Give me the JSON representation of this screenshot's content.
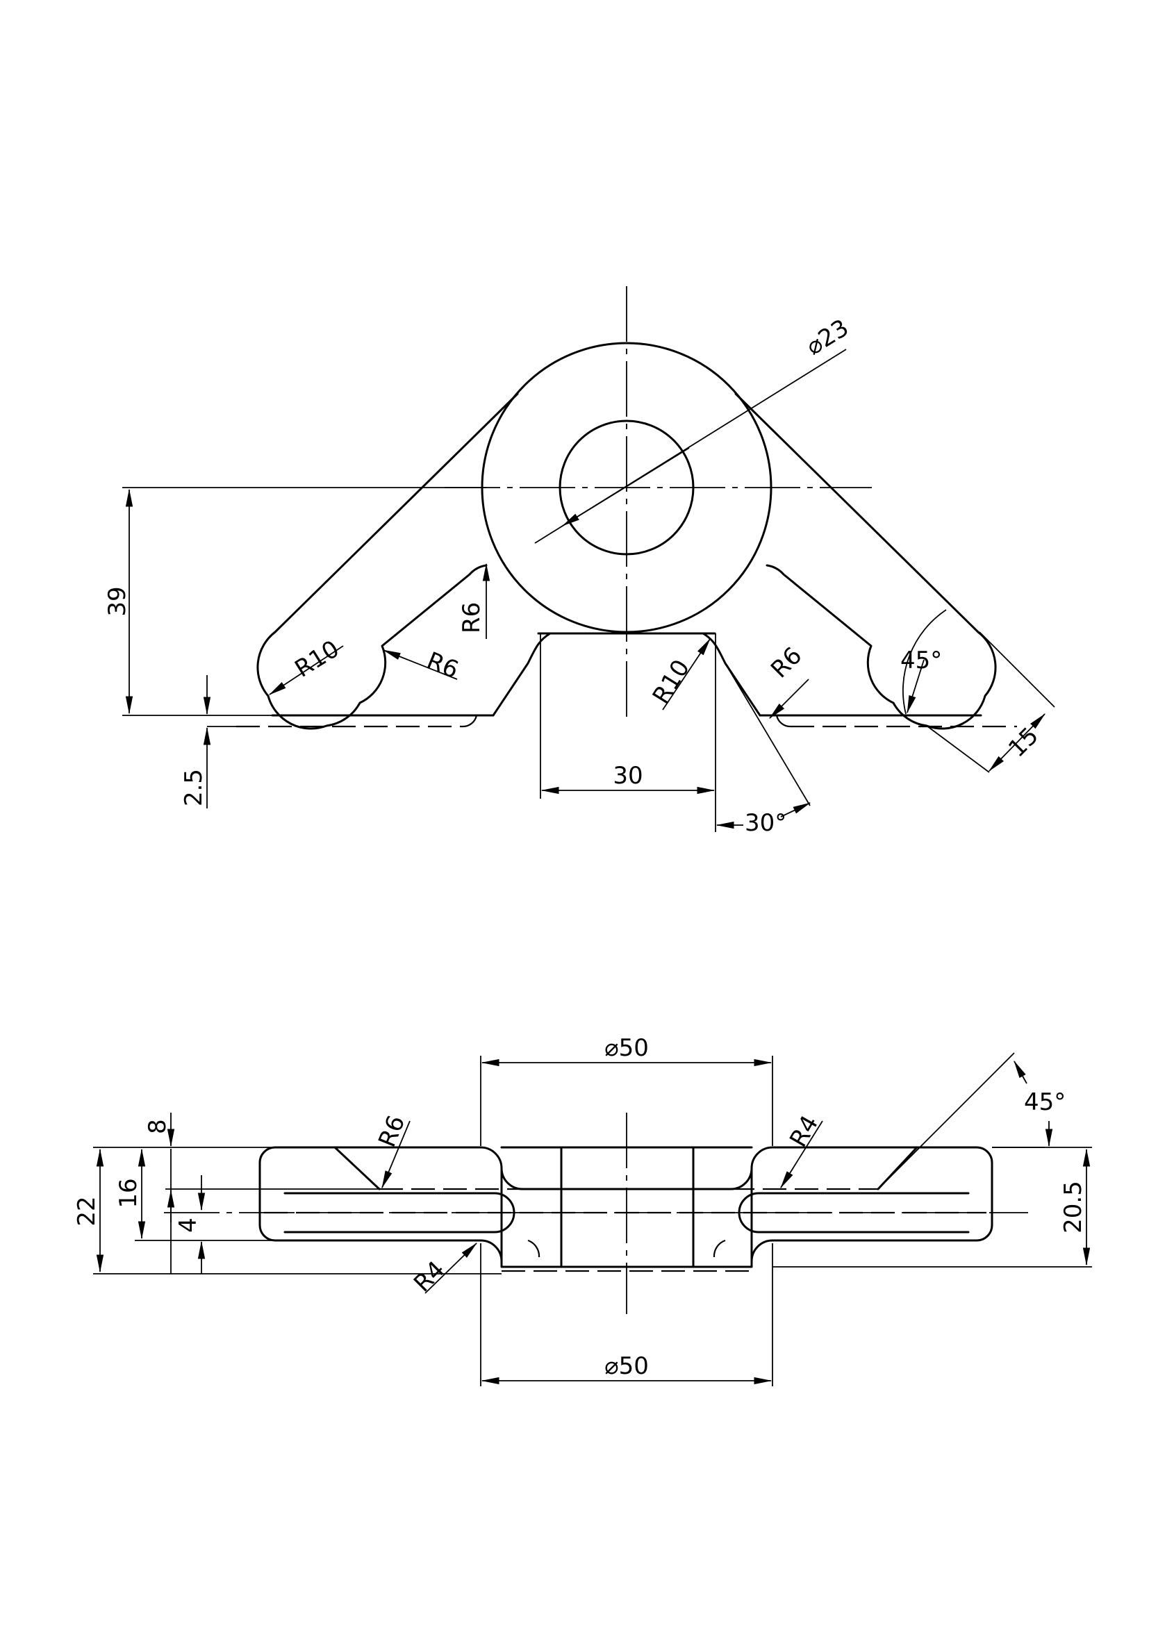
{
  "drawing": {
    "top_view": {
      "dims": {
        "dia_hole": "⌀23",
        "height": "39",
        "r_ear": "R10",
        "r_fillet_left_outer": "R6",
        "r_fillet_left_upper": "R6",
        "r_center": "R10",
        "r_fillet_right": "R6",
        "angle_45": "45°",
        "width_15": "15",
        "step_2_5": "2.5",
        "slot_30": "30",
        "angle_30": "30°"
      }
    },
    "front_view": {
      "dims": {
        "dia_top": "⌀50",
        "dia_bottom": "⌀50",
        "angle_45": "45°",
        "r6": "R6",
        "r4_top": "R4",
        "r4_bottom": "R4",
        "h22": "22",
        "h16": "16",
        "h8": "8",
        "h4": "4",
        "h20_5": "20.5"
      }
    }
  }
}
